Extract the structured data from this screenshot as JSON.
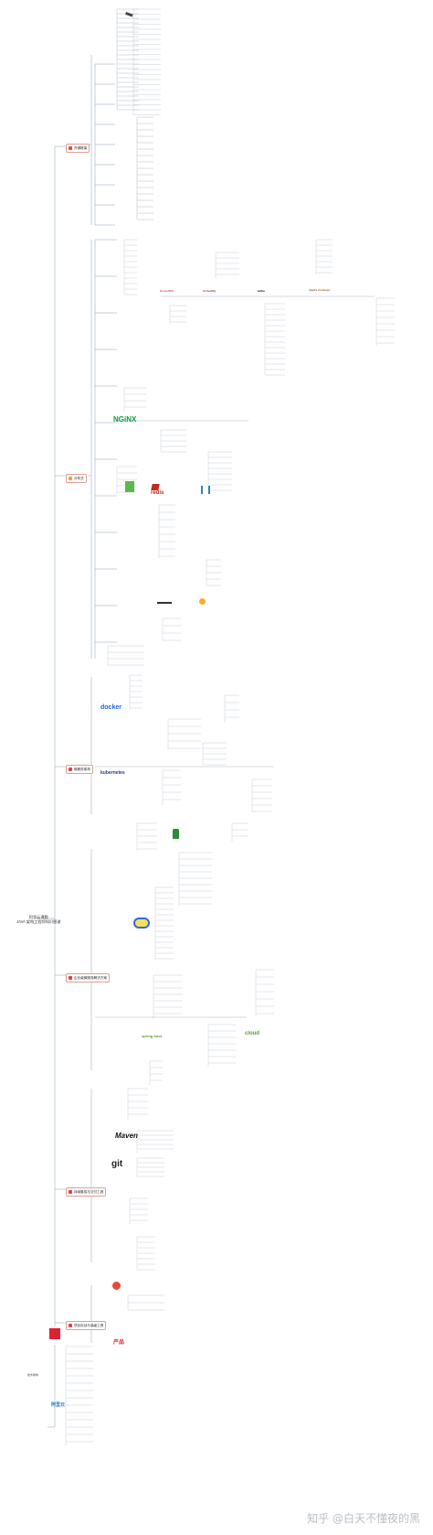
{
  "root": {
    "line1": "阿里云课题",
    "line2": "JAVA 架构工程师知识图谱"
  },
  "watermark": "知乎 @白天不懂夜的黑",
  "branches": [
    {
      "label": "开源框架"
    },
    {
      "label": "分布式"
    },
    {
      "label": "微服务架构"
    },
    {
      "label": "企业级微服务解决方案"
    },
    {
      "label": "持续集成与交付工具"
    },
    {
      "label": "项目实战与高级工具"
    }
  ],
  "logos": {
    "docker": "docker",
    "kubernetes": "kubernetes",
    "nginx": "NGiNX",
    "redis": "redis",
    "maven": "Maven",
    "git": "git",
    "springboot": "spring boot",
    "cloud": "cloud",
    "chan": "产品",
    "aliyun": "阿里云",
    "rocketmq": "RocketMQ",
    "activemq": "ActiveMQ",
    "kafka": "kafka",
    "zookeeper": "Apache ZooKeeper"
  },
  "side": {
    "label": "技术架构"
  }
}
